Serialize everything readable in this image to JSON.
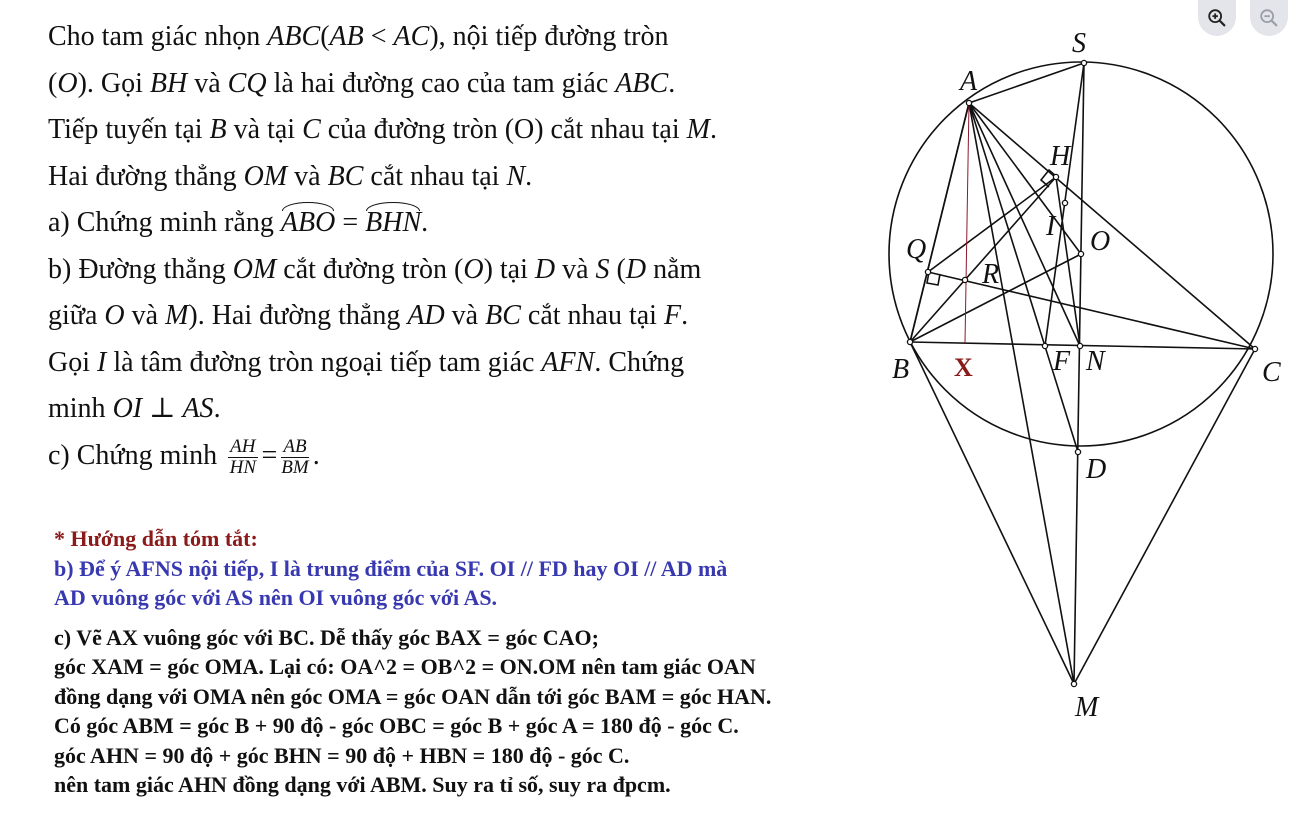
{
  "toolbar": {
    "zoom_in_icon": "zoom-in-icon",
    "zoom_out_icon": "zoom-out-icon"
  },
  "problem": {
    "lines": [
      [
        {
          "t": "Cho tam giác nhọn "
        },
        {
          "t": "ABC",
          "s": "i"
        },
        {
          "t": "("
        },
        {
          "t": "AB",
          "s": "i"
        },
        {
          "t": " < "
        },
        {
          "t": "AC",
          "s": "i"
        },
        {
          "t": "), nội tiếp đường tròn"
        }
      ],
      [
        {
          "t": "("
        },
        {
          "t": "O",
          "s": "i"
        },
        {
          "t": "). Gọi "
        },
        {
          "t": "BH",
          "s": "i"
        },
        {
          "t": " và "
        },
        {
          "t": "CQ",
          "s": "i"
        },
        {
          "t": " là hai đường cao của tam giác "
        },
        {
          "t": "ABC",
          "s": "i"
        },
        {
          "t": "."
        }
      ],
      [
        {
          "t": "Tiếp tuyến tại "
        },
        {
          "t": "B",
          "s": "i"
        },
        {
          "t": " và tại "
        },
        {
          "t": "C",
          "s": "i"
        },
        {
          "t": " của đường tròn (O) cắt nhau tại "
        },
        {
          "t": "M",
          "s": "i"
        },
        {
          "t": "."
        }
      ],
      [
        {
          "t": "Hai đường thẳng "
        },
        {
          "t": "OM",
          "s": "i"
        },
        {
          "t": " và "
        },
        {
          "t": "BC",
          "s": "i"
        },
        {
          "t": " cắt nhau tại "
        },
        {
          "t": "N",
          "s": "i"
        },
        {
          "t": "."
        }
      ],
      [
        {
          "t": "a) Chứng minh rằng "
        },
        {
          "t": "ABO",
          "s": "hat"
        },
        {
          "t": " = "
        },
        {
          "t": "BHN",
          "s": "hat"
        },
        {
          "t": "."
        }
      ],
      [
        {
          "t": "b) Đường thẳng "
        },
        {
          "t": "OM",
          "s": "i"
        },
        {
          "t": " cắt đường tròn ("
        },
        {
          "t": "O",
          "s": "i"
        },
        {
          "t": ") tại "
        },
        {
          "t": "D",
          "s": "i"
        },
        {
          "t": " và "
        },
        {
          "t": "S",
          "s": "i"
        },
        {
          "t": " ("
        },
        {
          "t": "D",
          "s": "i"
        },
        {
          "t": " nằm"
        }
      ],
      [
        {
          "t": "giữa "
        },
        {
          "t": "O",
          "s": "i"
        },
        {
          "t": " và "
        },
        {
          "t": "M",
          "s": "i"
        },
        {
          "t": "). Hai đường thẳng "
        },
        {
          "t": "AD",
          "s": "i"
        },
        {
          "t": " và "
        },
        {
          "t": "BC",
          "s": "i"
        },
        {
          "t": " cắt nhau tại "
        },
        {
          "t": "F",
          "s": "i"
        },
        {
          "t": "."
        }
      ],
      [
        {
          "t": "Gọi "
        },
        {
          "t": "I",
          "s": "i"
        },
        {
          "t": " là tâm đường tròn ngoại tiếp tam giác "
        },
        {
          "t": "AFN",
          "s": "i"
        },
        {
          "t": ". Chứng"
        }
      ],
      [
        {
          "t": "minh "
        },
        {
          "t": "OI",
          "s": "i"
        },
        {
          "t": " ⊥ "
        },
        {
          "t": "AS",
          "s": "i"
        },
        {
          "t": "."
        }
      ],
      [
        {
          "t": "c) Chứng minh "
        },
        {
          "t": "",
          "s": "frac",
          "num": "AH",
          "den": "HN"
        },
        {
          "t": "="
        },
        {
          "t": "",
          "s": "frac",
          "num": "AB",
          "den": "BM"
        },
        {
          "t": "."
        }
      ]
    ]
  },
  "hint": {
    "heading": "* Hướng dẫn tóm tắt:",
    "part_b": [
      "b) Để ý AFNS nội tiếp, I là trung điểm của SF. OI // FD hay OI // AD mà",
      "AD vuông góc với AS nên OI vuông góc với AS."
    ],
    "part_c": [
      "c) Vẽ AX vuông góc với BC. Dễ thấy góc BAX = góc CAO;",
      "góc XAM = góc OMA. Lại có: OA^2 = OB^2 = ON.OM nên tam giác OAN",
      "đồng dạng với OMA nên góc OMA = góc OAN dẫn tới góc BAM = góc HAN.",
      "Có góc ABM = góc B + 90 độ - góc OBC = góc B + góc A = 180 độ - góc C.",
      "góc AHN = 90 độ + góc BHN = 90 độ + HBN = 180 độ - góc C.",
      "nên tam giác AHN đồng dạng với ABM. Suy ra tỉ số, suy ra đpcm."
    ]
  },
  "figure": {
    "labels": {
      "S": "S",
      "A": "A",
      "H": "H",
      "I": "I",
      "O": "O",
      "Q": "Q",
      "R": "R",
      "B": "B",
      "X": "X",
      "F": "F",
      "N": "N",
      "C": "C",
      "D": "D",
      "M": "M"
    },
    "colors": {
      "line": "#111111",
      "altitude_ax": "#8b1a2a",
      "label_x": "#8b1a1a",
      "hint_heading": "#8b1a1a",
      "hint_b": "#3838b0"
    }
  }
}
